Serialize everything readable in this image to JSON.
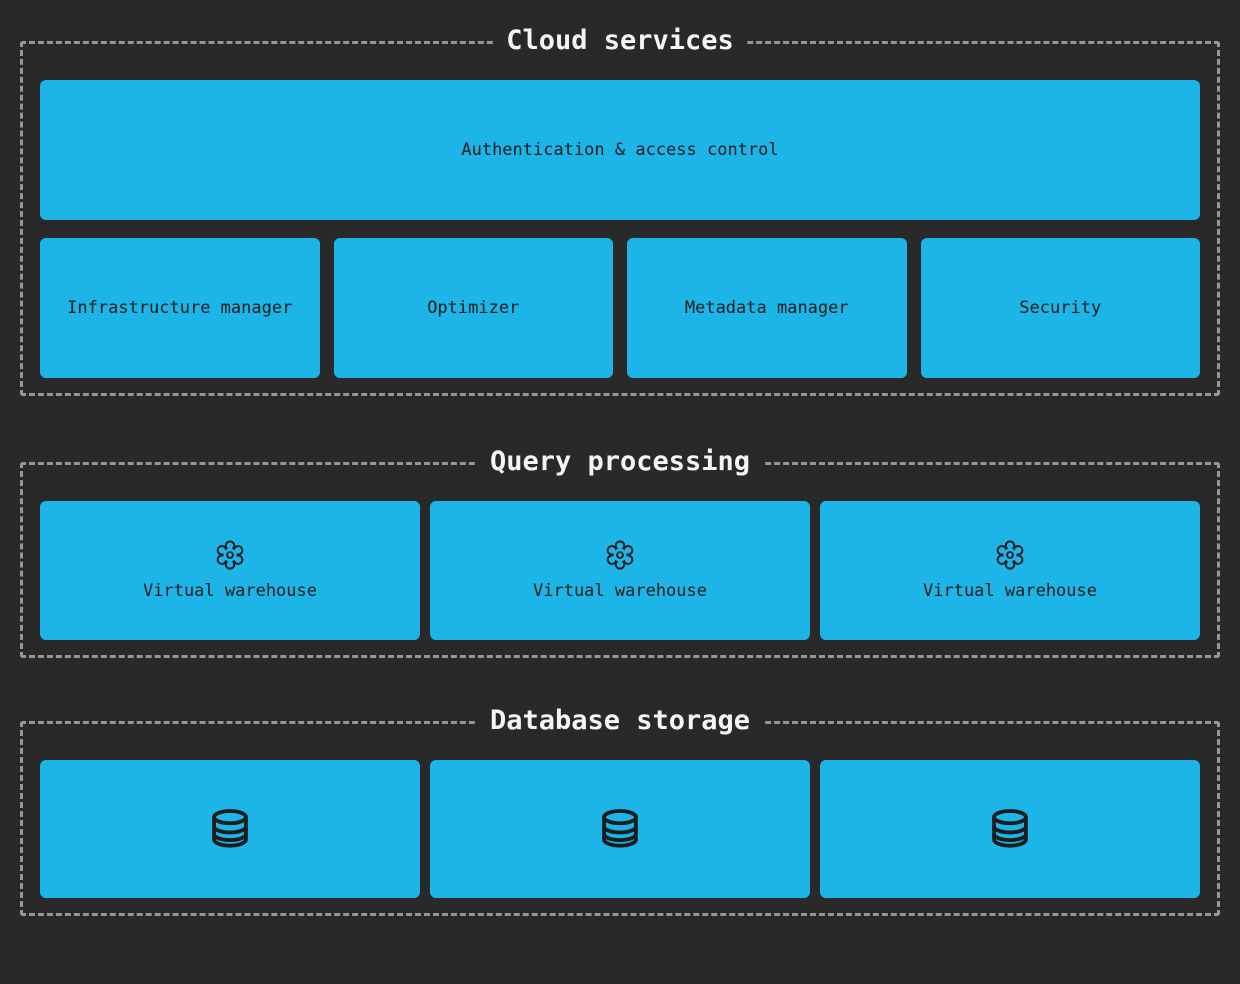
{
  "colors": {
    "page_bg": "#292929",
    "accent_blue": "#1db5e8",
    "dash_gray": "#969696",
    "title_text": "#f5f5f5",
    "box_text": "#1c1c1c"
  },
  "sections": {
    "cloud_services": {
      "title": "Cloud services",
      "auth_box": {
        "label": "Authentication & access control"
      },
      "boxes": [
        {
          "label": "Infrastructure manager"
        },
        {
          "label": "Optimizer"
        },
        {
          "label": "Metadata manager"
        },
        {
          "label": "Security"
        }
      ]
    },
    "query_processing": {
      "title": "Query processing",
      "warehouses": [
        {
          "icon": "gear-icon",
          "label": "Virtual warehouse"
        },
        {
          "icon": "gear-icon",
          "label": "Virtual warehouse"
        },
        {
          "icon": "gear-icon",
          "label": "Virtual warehouse"
        }
      ]
    },
    "database_storage": {
      "title": "Database storage",
      "databases": [
        {
          "icon": "database-icon"
        },
        {
          "icon": "database-icon"
        },
        {
          "icon": "database-icon"
        }
      ]
    }
  }
}
